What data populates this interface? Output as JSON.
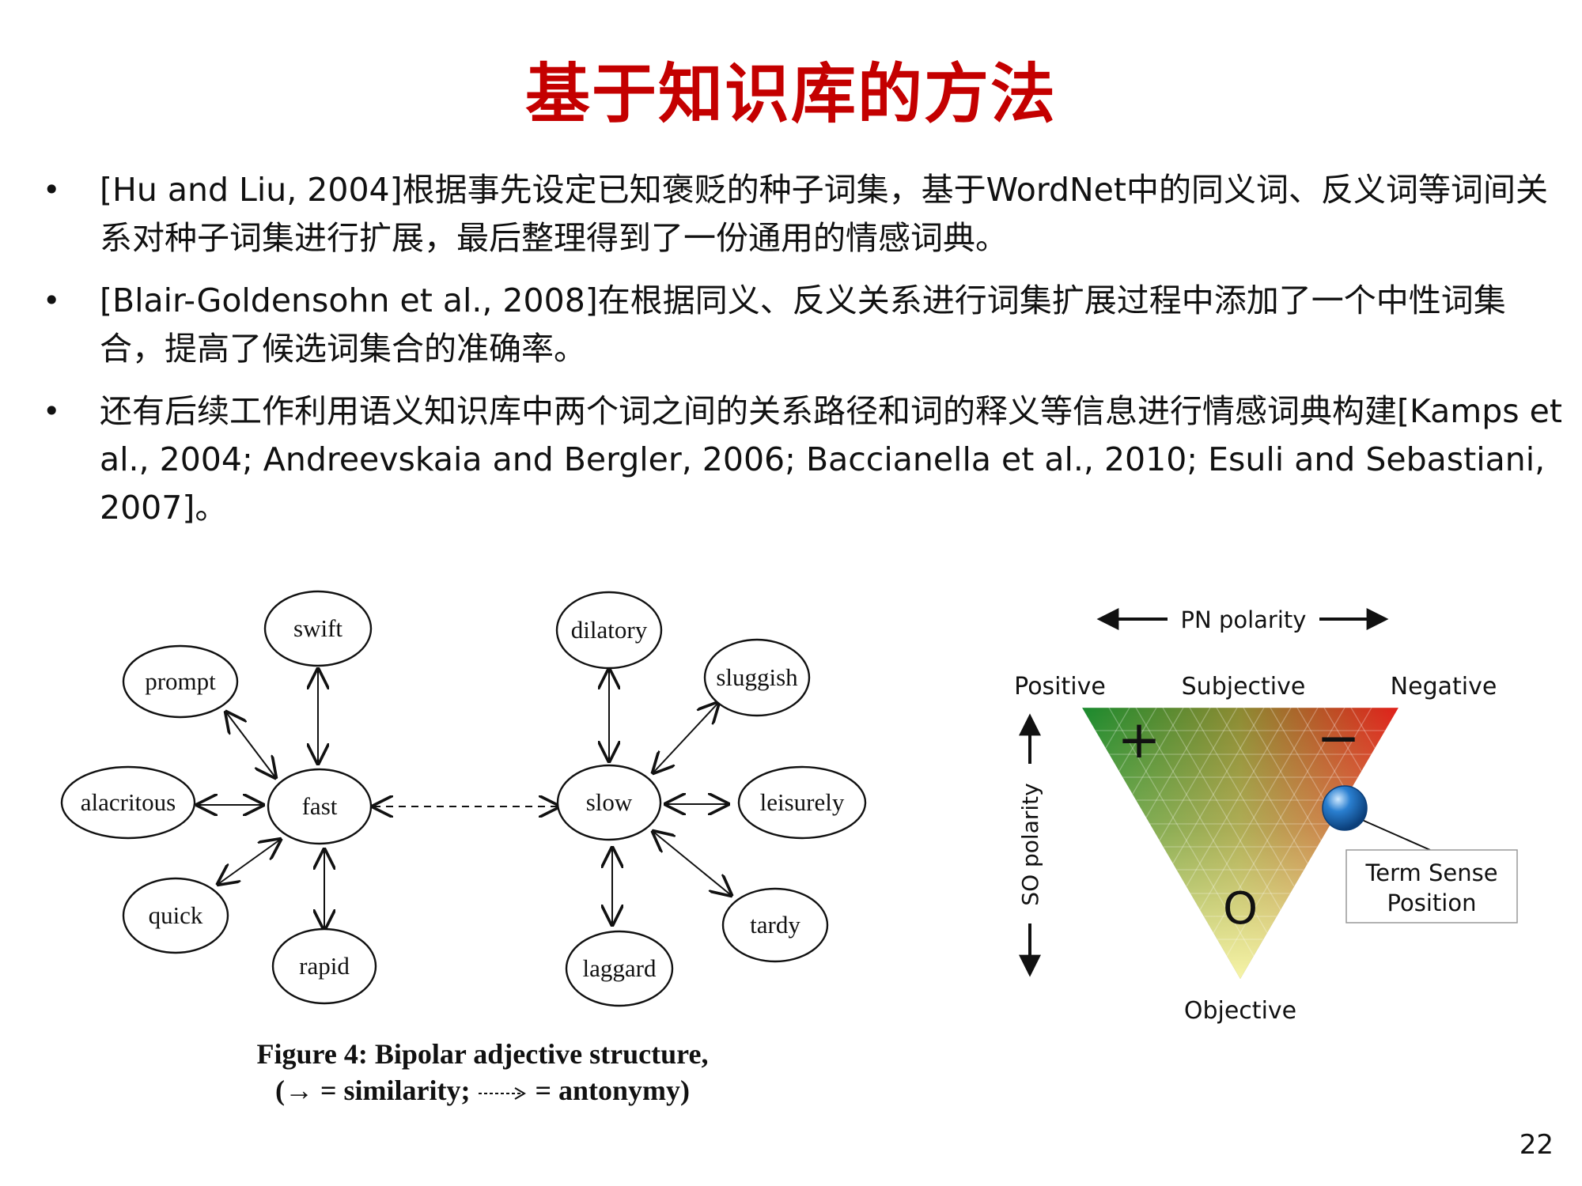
{
  "slide": {
    "title": "基于知识库的方法",
    "bullets": [
      "[Hu and Liu, 2004]根据事先设定已知褒贬的种子词集，基于WordNet中的同义词、反义词等词间关系对种子词集进行扩展，最后整理得到了一份通用的情感词典。",
      "[Blair-Goldensohn et al., 2008]在根据同义、反义关系进行词集扩展过程中添加了一个中性词集合，提高了候选词集合的准确率。",
      "还有后续工作利用语义知识库中两个词之间的关系路径和词的释义等信息进行情感词典构建[Kamps et al., 2004; Andreevskaia and Bergler, 2006; Baccianella et al., 2010; Esuli and Sebastiani, 2007]。"
    ],
    "bullet_symbol": "•",
    "page_number": "22"
  },
  "graph": {
    "nodes": {
      "swift": "swift",
      "prompt": "prompt",
      "alacritous": "alacritous",
      "fast": "fast",
      "quick": "quick",
      "rapid": "rapid",
      "dilatory": "dilatory",
      "sluggish": "sluggish",
      "slow": "slow",
      "leisurely": "leisurely",
      "tardy": "tardy",
      "laggard": "laggard"
    },
    "caption_line1": "Figure 4: Bipolar adjective structure,",
    "caption_open": "(",
    "caption_arrow": "→",
    "caption_sim": " = similarity;",
    "caption_ant": " = antonymy)"
  },
  "triangle": {
    "pn_polarity": "PN polarity",
    "so_polarity": "SO polarity",
    "positive": "Positive",
    "subjective": "Subjective",
    "negative": "Negative",
    "objective": "Objective",
    "plus": "+",
    "minus": "−",
    "zero": "O",
    "term_sense_line1": "Term Sense",
    "term_sense_line2": "Position",
    "colors": {
      "positive": "#1a8a2e",
      "negative": "#e0201a",
      "objective": "#f2f09a",
      "marker": "#2a7fd0"
    }
  }
}
